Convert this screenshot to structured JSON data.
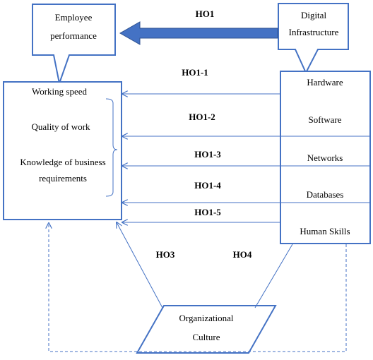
{
  "hypotheses": {
    "h1": "HO1",
    "h1_1": "HO1-1",
    "h1_2": "HO1-2",
    "h1_3": "HO1-3",
    "h1_4": "HO1-4",
    "h1_5": "HO1-5",
    "h3": "HO3",
    "h4": "HO4"
  },
  "employee_performance": {
    "title_line1": "Employee",
    "title_line2": "performance",
    "indicators": [
      "Working speed",
      "Quality of work",
      "Knowledge of business requirements"
    ]
  },
  "digital_infrastructure": {
    "title_line1": "Digital",
    "title_line2": "Infrastructure",
    "components": [
      "Hardware",
      "Software",
      "Networks",
      "Databases",
      "Human Skills"
    ]
  },
  "organizational_culture": {
    "line1": "Organizational",
    "line2": "Culture"
  },
  "colors": {
    "box_border": "#4472c4",
    "main_arrow": "#4472c4",
    "main_arrow_border": "#2f528f"
  }
}
